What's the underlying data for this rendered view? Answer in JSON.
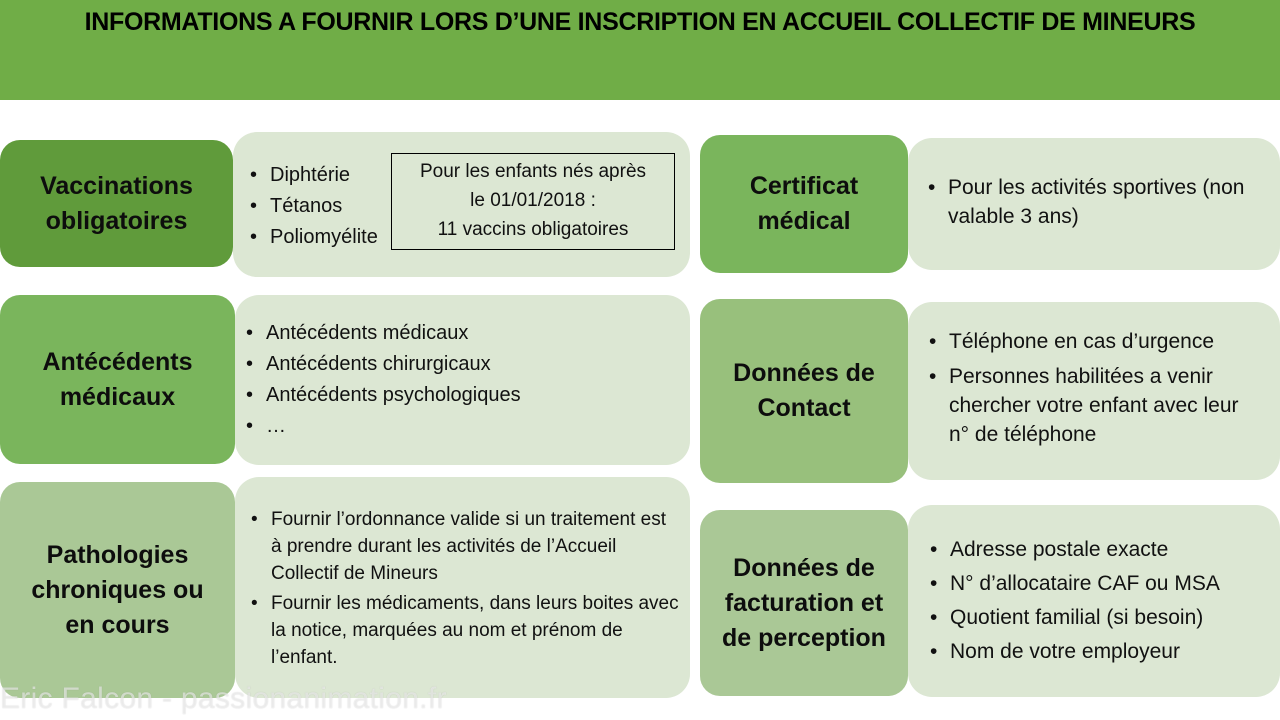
{
  "title": "INFORMATIONS A FOURNIR LORS D’UNE INSCRIPTION EN ACCUEIL COLLECTIF DE MINEURS",
  "colors": {
    "banner": "#70ad47",
    "content_background": "#dce7d3"
  },
  "sections": {
    "vaccinations": {
      "label": "Vaccinations obligatoires",
      "color": "#609b3b",
      "items": [
        "Diphtérie",
        "Tétanos",
        "Poliomyélite"
      ],
      "note": {
        "line1": "Pour les enfants nés après",
        "line2": "le 01/01/2018  :",
        "line3": "11 vaccins obligatoires"
      }
    },
    "antecedents": {
      "label": "Antécédents médicaux",
      "color": "#7ab55c",
      "items": [
        "Antécédents médicaux",
        "Antécédents chirurgicaux",
        "Antécédents psychologiques",
        "…"
      ]
    },
    "pathologies": {
      "label": "Pathologies chroniques ou en cours",
      "color": "#aac896",
      "items": [
        "Fournir l’ordonnance valide si un traitement est à prendre durant les activités de l’Accueil Collectif de Mineurs",
        "Fournir les médicaments, dans leurs boites avec la notice, marquées au nom et prénom de l’enfant."
      ]
    },
    "certificat": {
      "label": "Certificat médical",
      "color": "#7ab55c",
      "items": [
        "Pour les activités sportives (non valable 3 ans)"
      ]
    },
    "contact": {
      "label": "Données de Contact",
      "color": "#98c07c",
      "items": [
        "Téléphone en cas d’urgence",
        "Personnes habilitées a venir chercher votre enfant avec leur n° de téléphone"
      ]
    },
    "facturation": {
      "label": "Données de facturation et de perception",
      "color": "#aac896",
      "items": [
        "Adresse postale exacte",
        "N° d’allocataire CAF ou MSA",
        "Quotient familial (si besoin)",
        "Nom de votre employeur"
      ]
    }
  },
  "bullet_glyph": "•",
  "watermark": "Eric Falcon - passionanimation.fr"
}
